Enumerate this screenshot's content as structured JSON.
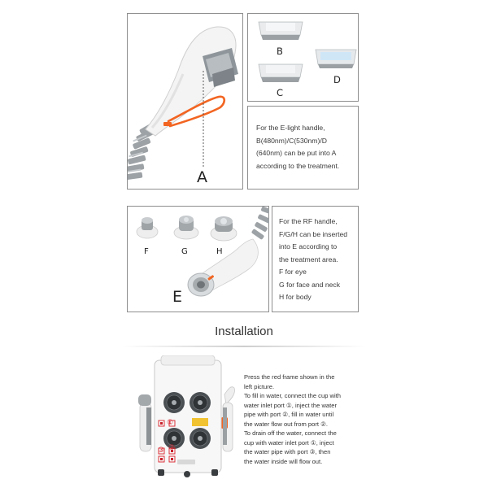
{
  "elight": {
    "handle_label": "A",
    "heads": {
      "b": "B",
      "c": "C",
      "d": "D"
    },
    "description_lines": [
      "For the E-light handle,",
      "B(480nm)/C(530nm)/D",
      "(640nm) can be put into A",
      "according to the treatment."
    ]
  },
  "rf": {
    "handle_label": "E",
    "heads": {
      "f": "F",
      "g": "G",
      "h": "H"
    },
    "description_lines": [
      "For the RF handle,",
      "F/G/H can be inserted",
      "into E according to",
      "the treatment area.",
      "F for eye",
      "G for face and neck",
      "H for body"
    ]
  },
  "installation": {
    "title": "Installation",
    "ports": [
      "①",
      "②",
      "③"
    ],
    "text_lines": [
      "Press the red frame shown in the",
      "left picture.",
      "To fill in water, connect the cup with",
      "water inlet port ①, inject the water",
      "pipe with port ②, fill in water until",
      "the water flow out from port ②.",
      "To drain off the water, connect the",
      "cup with water inlet port ①, inject",
      "the water pipe with port ③, then",
      "the water inside will flow out."
    ]
  },
  "colors": {
    "border": "#8e8e8e",
    "accent_orange": "#f26522",
    "port_red": "#d9202a",
    "filter_blue": "#cfe6f7"
  }
}
